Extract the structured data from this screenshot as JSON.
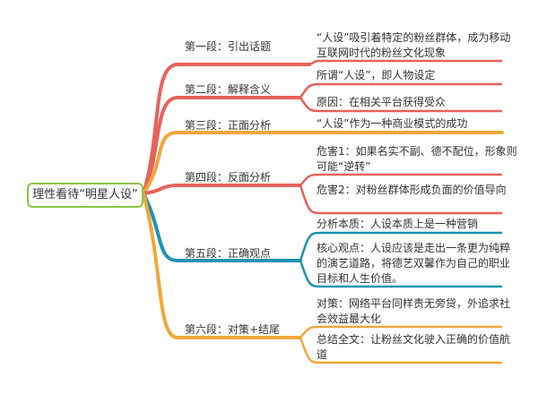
{
  "root": {
    "label": "理性看待“明星人设”"
  },
  "colors": {
    "red": "#e8625a",
    "orange": "#f0a73a",
    "blue": "#1f93b0",
    "green": "#8cc63f"
  },
  "sections": [
    {
      "label": "第一段：引出话题",
      "leaves": [
        "“人设”吸引着特定的粉丝群体，成为移动互联网时代的粉丝文化现象"
      ]
    },
    {
      "label": "第二段：解释含义",
      "leaves": [
        "所谓“人设”，即人物设定",
        "原因：在相关平台获得受众"
      ]
    },
    {
      "label": "第三段：正面分析",
      "leaves": [
        "“人设”作为一种商业模式的成功"
      ]
    },
    {
      "label": "第四段：反面分析",
      "leaves": [
        "危害1：如果名实不副、德不配位，形象则可能“逆转”",
        "危害2：对粉丝群体形成负面的价值导向"
      ]
    },
    {
      "label": "第五段：正确观点",
      "leaves": [
        "分析本质：人设本质上是一种营销",
        "核心观点：人设应该是走出一条更为纯粹的演艺道路，将德艺双馨作为自己的职业目标和人生价值。"
      ]
    },
    {
      "label": "第六段：对策+结尾",
      "leaves": [
        "对策：网络平台同样责无旁贷，外追求社会效益最大化",
        "总结全文：让粉丝文化驶入正确的价值航道"
      ]
    }
  ]
}
